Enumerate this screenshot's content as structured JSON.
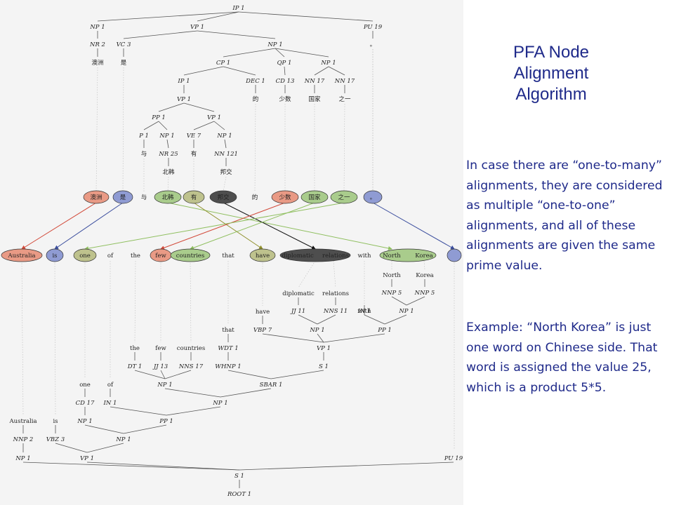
{
  "slide": {
    "title_lines": [
      "PFA Node",
      "Alignment",
      "Algorithm"
    ],
    "paragraph_1": "In case there are “one-to-many” alignments, they are considered as multiple “one-to-one” alignments, and all of these alignments are given the same prime value.",
    "paragraph_2": "Example: “North Korea” is just one word on Chinese side. That word is assigned the value 25, which is a product 5*5."
  },
  "colors": {
    "red": "#e99a85",
    "blue": "#8f9bd3",
    "green": "#a9cc8c",
    "olive": "#bec28d",
    "dark": "#4e4e4e",
    "text": "#1f2a8a"
  },
  "top_tree": [
    {
      "id": "IP",
      "label": "IP 1",
      "p": null
    },
    {
      "id": "NP_a",
      "label": "NP 1",
      "p": "IP"
    },
    {
      "id": "VP_a",
      "label": "VP 1",
      "p": "IP"
    },
    {
      "id": "PU_a",
      "label": "PU 19",
      "p": "IP"
    },
    {
      "id": "NR_a",
      "label": "NR 2",
      "p": "NP_a"
    },
    {
      "id": "VC",
      "label": "VC 3",
      "p": "VP_a"
    },
    {
      "id": "NP_b",
      "label": "NP 1",
      "p": "VP_a"
    },
    {
      "id": "CP",
      "label": "CP 1",
      "p": "NP_b"
    },
    {
      "id": "QP",
      "label": "QP 1",
      "p": "NP_b"
    },
    {
      "id": "NP_c",
      "label": "NP 1",
      "p": "NP_b"
    },
    {
      "id": "IP_b",
      "label": "IP 1",
      "p": "CP"
    },
    {
      "id": "DEC",
      "label": "DEC 1",
      "p": "CP"
    },
    {
      "id": "CD",
      "label": "CD 13",
      "p": "QP"
    },
    {
      "id": "NN_a",
      "label": "NN 17",
      "p": "NP_c"
    },
    {
      "id": "NN_b",
      "label": "NN 17",
      "p": "NP_c"
    },
    {
      "id": "VP_b",
      "label": "VP 1",
      "p": "IP_b"
    },
    {
      "id": "PP_a",
      "label": "PP 1",
      "p": "VP_b"
    },
    {
      "id": "VP_c",
      "label": "VP 1",
      "p": "VP_b"
    },
    {
      "id": "P",
      "label": "P 1",
      "p": "PP_a"
    },
    {
      "id": "NP_d",
      "label": "NP 1",
      "p": "PP_a"
    },
    {
      "id": "VE",
      "label": "VE 7",
      "p": "VP_c"
    },
    {
      "id": "NP_e",
      "label": "NP 1",
      "p": "VP_c"
    },
    {
      "id": "NR_b",
      "label": "NR 25",
      "p": "NP_d"
    },
    {
      "id": "NN_c",
      "label": "NN 121",
      "p": "NP_e"
    }
  ],
  "top_words": [
    {
      "text": "澳洲",
      "p": "NR_a",
      "align": "澳洲"
    },
    {
      "text": "是",
      "p": "VC",
      "align": "是"
    },
    {
      "text": "。",
      "p": "PU_a",
      "align": "。"
    },
    {
      "text": "的",
      "p": "DEC",
      "align": "的"
    },
    {
      "text": "少数",
      "p": "CD",
      "align": "少数"
    },
    {
      "text": "国家",
      "p": "NN_a",
      "align": "国家"
    },
    {
      "text": "之一",
      "p": "NN_b",
      "align": "之一"
    },
    {
      "text": "与",
      "p": "P",
      "align": "与"
    },
    {
      "text": "有",
      "p": "VE",
      "align": "有"
    },
    {
      "text": "北韩",
      "p": "NR_b",
      "align": "北韩"
    },
    {
      "text": "邦交",
      "p": "NN_c",
      "align": "邦交"
    }
  ],
  "zh_alignment_row": [
    {
      "text": "澳洲",
      "color": "red"
    },
    {
      "text": "是",
      "color": "blue"
    },
    {
      "text": "与",
      "color": "none"
    },
    {
      "text": "北韩",
      "color": "green"
    },
    {
      "text": "有",
      "color": "olive"
    },
    {
      "text": "邦交",
      "color": "dark"
    },
    {
      "text": "的",
      "color": "none"
    },
    {
      "text": "少数",
      "color": "red"
    },
    {
      "text": "国家",
      "color": "green"
    },
    {
      "text": "之一",
      "color": "green"
    },
    {
      "text": "。",
      "color": "blue"
    }
  ],
  "en_alignment_row": [
    {
      "text": "Australia",
      "color": "red"
    },
    {
      "text": "is",
      "color": "blue"
    },
    {
      "text": "one",
      "color": "olive"
    },
    {
      "text": "of",
      "color": "none"
    },
    {
      "text": "the",
      "color": "none"
    },
    {
      "text": "few",
      "color": "red"
    },
    {
      "text": "countries",
      "color": "green"
    },
    {
      "text": "that",
      "color": "none"
    },
    {
      "text": "have",
      "color": "olive"
    },
    {
      "text": "diplomatic",
      "color": "dark"
    },
    {
      "text": "relations",
      "color": "dark"
    },
    {
      "text": "with",
      "color": "none"
    },
    {
      "text": "North",
      "color": "green"
    },
    {
      "text": "Korea",
      "color": "green"
    },
    {
      "text": "",
      "color": "blue"
    }
  ],
  "alignments": [
    {
      "from": "澳洲",
      "to": "Australia",
      "color": "#d24a3a"
    },
    {
      "from": "是",
      "to": "is",
      "color": "#3b4e9e"
    },
    {
      "from": "北韩",
      "to": "North",
      "color": "#8fbf5f"
    },
    {
      "from": "有",
      "to": "have",
      "color": "#8f8f2a"
    },
    {
      "from": "邦交",
      "to": "diplomatic",
      "color": "#111111"
    },
    {
      "from": "少数",
      "to": "few",
      "color": "#d24a3a"
    },
    {
      "from": "国家",
      "to": "countries",
      "color": "#8fbf5f"
    },
    {
      "from": "之一",
      "to": "one",
      "color": "#8fbf5f"
    },
    {
      "from": "。",
      "to": "",
      "color": "#3b4e9e"
    }
  ],
  "bottom_words": [
    {
      "text": "North",
      "p": "NNP_a",
      "align": "North"
    },
    {
      "text": "Korea",
      "p": "NNP_b",
      "align": "Korea"
    },
    {
      "text": "diplomatic",
      "p": "JJ_a",
      "align": "diplomatic"
    },
    {
      "text": "relations",
      "p": "NNS_a",
      "align": "relations"
    },
    {
      "text": "with",
      "p": "IN_a",
      "align": "with"
    },
    {
      "text": "have",
      "p": "VBP",
      "align": "have"
    },
    {
      "text": "that",
      "p": "WDT",
      "align": "that"
    },
    {
      "text": "the",
      "p": "DT",
      "align": "the"
    },
    {
      "text": "few",
      "p": "JJ_b",
      "align": "few"
    },
    {
      "text": "countries",
      "p": "NNS_b",
      "align": "countries"
    },
    {
      "text": "one",
      "p": "CD_b",
      "align": "one"
    },
    {
      "text": "of",
      "p": "IN_b",
      "align": "of"
    },
    {
      "text": "Australia",
      "p": "NNP_c",
      "align": "Australia"
    },
    {
      "text": "is",
      "p": "VBZ",
      "align": "is"
    }
  ],
  "bottom_tree": [
    {
      "id": "NNP_a",
      "label": "NNP 5",
      "p": "NP_f"
    },
    {
      "id": "NNP_b",
      "label": "NNP 5",
      "p": "NP_f"
    },
    {
      "id": "JJ_a",
      "label": "JJ 11",
      "p": "NP_g"
    },
    {
      "id": "NNS_a",
      "label": "NNS 11",
      "p": "NP_g"
    },
    {
      "id": "IN_a",
      "label": "IN 1",
      "p": "PP_b"
    },
    {
      "id": "NP_f",
      "label": "NP 1",
      "p": "PP_b"
    },
    {
      "id": "VBP",
      "label": "VBP 7",
      "p": "VP_d"
    },
    {
      "id": "NP_g",
      "label": "NP 1",
      "p": "VP_d"
    },
    {
      "id": "PP_b",
      "label": "PP 1",
      "p": "VP_d"
    },
    {
      "id": "WDT",
      "label": "WDT 1",
      "p": "WHNP"
    },
    {
      "id": "VP_d",
      "label": "VP 1",
      "p": "S_b"
    },
    {
      "id": "DT",
      "label": "DT 1",
      "p": "NP_h"
    },
    {
      "id": "JJ_b",
      "label": "JJ 13",
      "p": "NP_h"
    },
    {
      "id": "NNS_b",
      "label": "NNS 17",
      "p": "NP_h"
    },
    {
      "id": "WHNP",
      "label": "WHNP 1",
      "p": "SBAR"
    },
    {
      "id": "S_b",
      "label": "S 1",
      "p": "SBAR"
    },
    {
      "id": "CD_b",
      "label": "CD 17",
      "p": "NP_i"
    },
    {
      "id": "IN_b",
      "label": "IN 1",
      "p": "PP_c"
    },
    {
      "id": "NP_h",
      "label": "NP 1",
      "p": "NP_j"
    },
    {
      "id": "SBAR",
      "label": "SBAR 1",
      "p": "NP_j"
    },
    {
      "id": "NNP_c",
      "label": "NNP 2",
      "p": "NP_k"
    },
    {
      "id": "VBZ",
      "label": "VBZ 3",
      "p": "VP_e"
    },
    {
      "id": "NP_i",
      "label": "NP 1",
      "p": "NP_l"
    },
    {
      "id": "PP_c",
      "label": "PP 1",
      "p": "NP_l"
    },
    {
      "id": "NP_j",
      "label": "NP 1",
      "p": "PP_c"
    },
    {
      "id": "NP_l",
      "label": "NP 1",
      "p": "VP_e"
    },
    {
      "id": "NP_k",
      "label": "NP 1",
      "p": "S_a"
    },
    {
      "id": "VP_e",
      "label": "VP 1",
      "p": "S_a"
    },
    {
      "id": "PU_b",
      "label": "PU 19",
      "p": "S_a"
    },
    {
      "id": "S_a",
      "label": "S 1",
      "p": "ROOT"
    },
    {
      "id": "ROOT",
      "label": "ROOT 1",
      "p": null
    }
  ]
}
